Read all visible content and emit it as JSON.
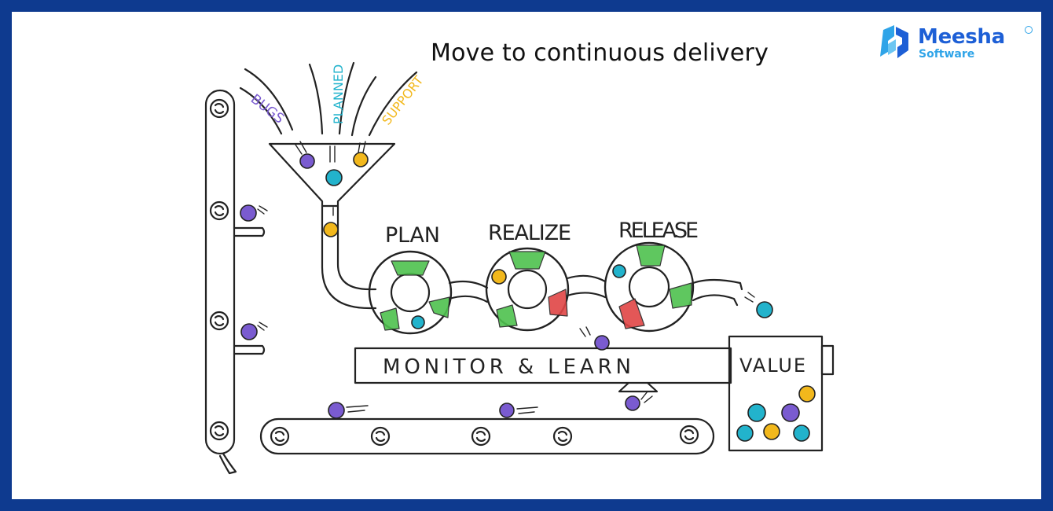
{
  "title": "Move to continuous delivery",
  "logo": {
    "name": "Meesha",
    "sub": "Software"
  },
  "inputs": [
    {
      "label": "BUGS",
      "color": "#7a5bd0"
    },
    {
      "label": "PLANNED",
      "color": "#22b3cc"
    },
    {
      "label": "SUPPORT",
      "color": "#f2b81c"
    }
  ],
  "stages": [
    {
      "label": "PLAN"
    },
    {
      "label": "REALIZE"
    },
    {
      "label": "RELEASE"
    }
  ],
  "monitor_label": "MONITOR & LEARN",
  "value_label": "VALUE",
  "colors": {
    "frame": "#0e3a8f",
    "bug": "#7a5bd0",
    "planned": "#22b3cc",
    "support": "#f2b81c",
    "green": "#4ec24e",
    "red": "#e04545",
    "ink": "#222222"
  }
}
